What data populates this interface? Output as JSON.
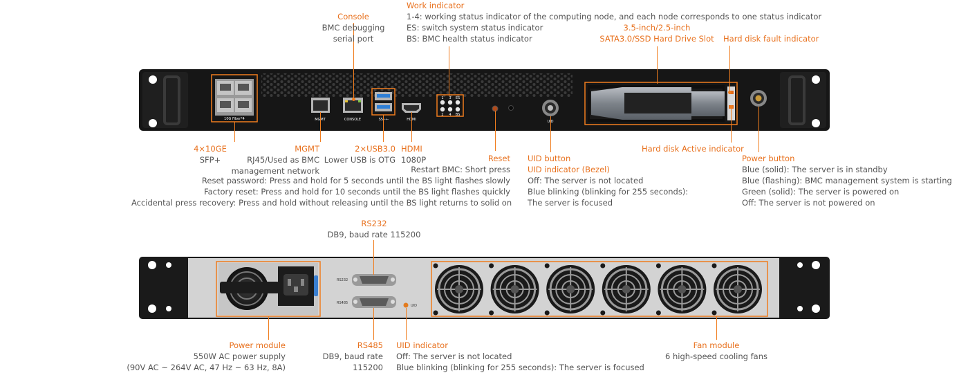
{
  "front": {
    "port_labels": {
      "sfp": "10G Fiber*4",
      "mgmt": "MGMT",
      "console": "CONSOLE",
      "usb": "SS⇠←",
      "hdmi": "HDMI",
      "uid": "UID",
      "led_top": [
        "1",
        "3",
        "ES"
      ],
      "led_bottom": [
        "2",
        "4",
        "BS"
      ]
    },
    "callouts": {
      "console": {
        "title": "Console",
        "lines": [
          "BMC debugging",
          "serial port"
        ]
      },
      "work": {
        "title": "Work indicator",
        "lines": [
          "1-4: working status indicator of the computing node, and each node corresponds to one status indicator",
          "ES: switch system status indicator",
          "BS: BMC health status indicator"
        ]
      },
      "drive": {
        "title": "3.5-inch/2.5-inch",
        "line2": "SATA3.0/SSD Hard Drive Slot"
      },
      "hd_fault": {
        "title": "Hard disk fault indicator"
      },
      "sfp": {
        "title": "4×10GE",
        "lines": [
          "SFP+"
        ]
      },
      "mgmt": {
        "title": "MGMT",
        "lines": [
          "RJ45/Used as BMC",
          "management network"
        ]
      },
      "usb": {
        "title": "2×USB3.0",
        "lines": [
          "Lower USB is OTG"
        ]
      },
      "hdmi": {
        "title": "HDMI",
        "lines": [
          "1080P"
        ]
      },
      "reset": {
        "title": "Reset",
        "lines": [
          "Restart BMC: Short press",
          "Reset password: Press and hold for 5 seconds until the BS light flashes slowly",
          "Factory reset: Press and hold for 10 seconds until the BS light flashes quickly",
          "Accidental press recovery: Press and hold without releasing until the BS light returns to solid on"
        ]
      },
      "uid_btn": {
        "title": "UID button",
        "title2": "UID indicator (Bezel)",
        "lines": [
          "Off: The server is not located",
          "Blue blinking (blinking for 255 seconds):",
          "The server is focused"
        ]
      },
      "hd_active": {
        "title": "Hard disk Active indicator"
      },
      "power": {
        "title": "Power button",
        "lines": [
          "Blue (solid): The server is in standby",
          "Blue (flashing): BMC management system is starting",
          "Green (solid): The server is powered on",
          "Off: The server is not powered on"
        ]
      }
    }
  },
  "rear": {
    "port_labels": {
      "rs232": "RS232",
      "rs485": "RS485",
      "uid": "UID"
    },
    "callouts": {
      "rs232": {
        "title": "RS232",
        "lines": [
          "DB9, baud rate 115200"
        ]
      },
      "psu": {
        "title": "Power module",
        "lines": [
          "550W AC power supply",
          "(90V AC ~ 264V AC, 47 Hz ~ 63 Hz, 8A)"
        ]
      },
      "rs485": {
        "title": "RS485",
        "lines": [
          "DB9, baud rate",
          "115200"
        ]
      },
      "uid": {
        "title": "UID indicator",
        "lines": [
          "Off: The server is not located",
          "Blue blinking (blinking for 255 seconds): The server is focused"
        ]
      },
      "fan": {
        "title": "Fan module",
        "lines": [
          "6 high-speed cooling fans"
        ]
      }
    }
  },
  "colors": {
    "accent": "#f07d1e",
    "chassis": "#1c1c1c",
    "rear_body": "#d4d4d4",
    "text": "#555555"
  }
}
